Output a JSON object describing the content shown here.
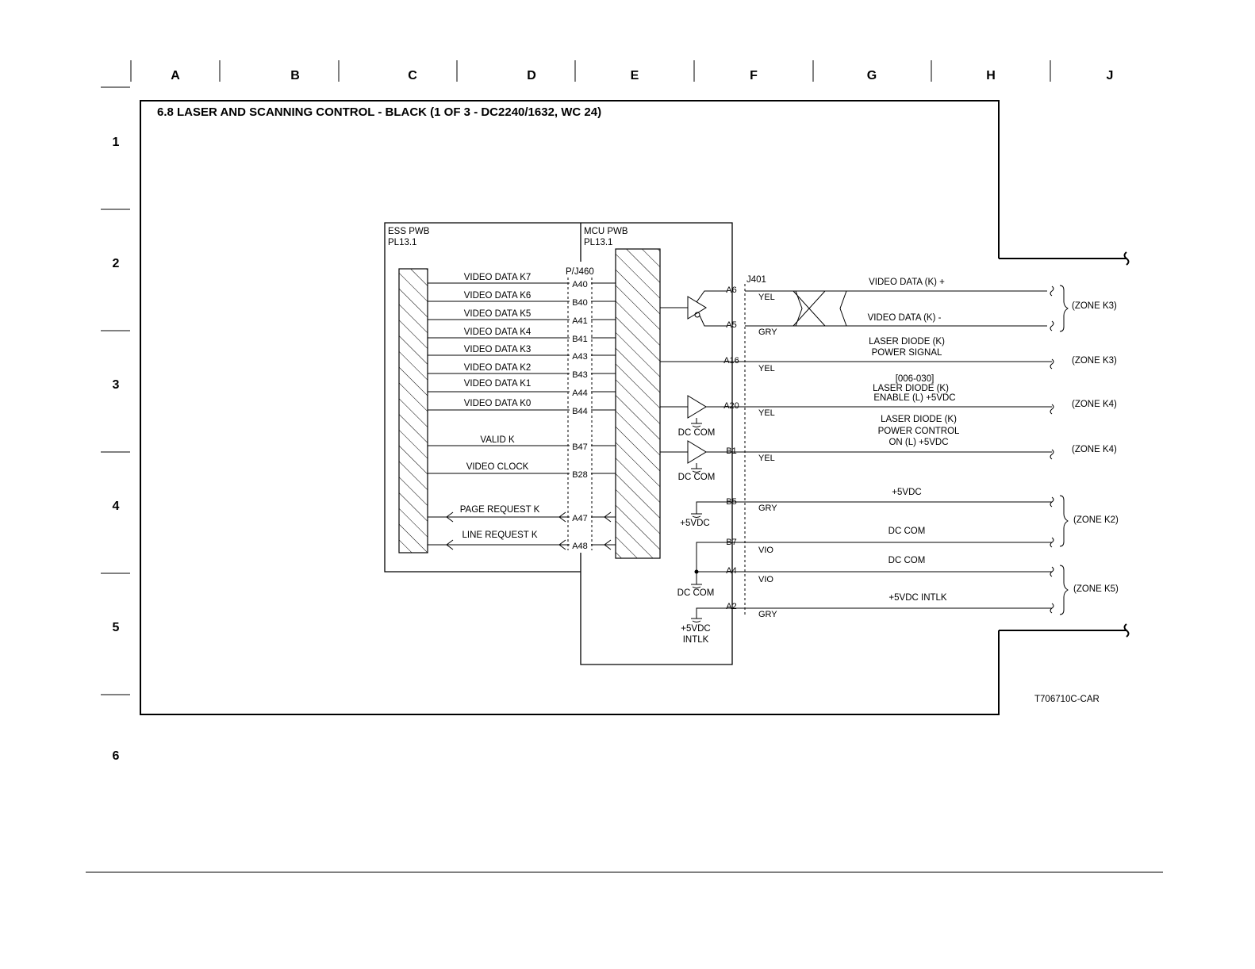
{
  "grid": {
    "columns": [
      "A",
      "B",
      "C",
      "D",
      "E",
      "F",
      "G",
      "H",
      "J"
    ],
    "rows": [
      "1",
      "2",
      "3",
      "4",
      "5",
      "6"
    ]
  },
  "title": "6.8 LASER AND SCANNING CONTROL - BLACK (1 OF 3 - DC2240/1632, WC 24)",
  "ess_pwb": {
    "name": "ESS PWB",
    "ref": "PL13.1"
  },
  "mcu_pwb": {
    "name": "MCU PWB",
    "ref": "PL13.1"
  },
  "connector_left": "P/J460",
  "connector_right": "J401",
  "left_signals": [
    {
      "label": "VIDEO DATA K7",
      "pin": "A40"
    },
    {
      "label": "VIDEO DATA K6",
      "pin": "B40"
    },
    {
      "label": "VIDEO DATA K5",
      "pin": "A41"
    },
    {
      "label": "VIDEO DATA K4",
      "pin": "B41"
    },
    {
      "label": "VIDEO DATA K3",
      "pin": "A43"
    },
    {
      "label": "VIDEO DATA K2",
      "pin": "B43"
    },
    {
      "label": "VIDEO DATA K1",
      "pin": "A44"
    },
    {
      "label": "VIDEO DATA K0",
      "pin": "B44"
    },
    {
      "label": "VALID K",
      "pin": "B47"
    },
    {
      "label": "VIDEO CLOCK",
      "pin": "B28"
    },
    {
      "label": "PAGE REQUEST K",
      "pin": "A47"
    },
    {
      "label": "LINE REQUEST K",
      "pin": "A48"
    }
  ],
  "right_pins": [
    "A6",
    "A5",
    "A16",
    "A20",
    "B1",
    "B5",
    "B7",
    "A4",
    "A2"
  ],
  "wire_colors": [
    "YEL",
    "GRY",
    "YEL",
    "YEL",
    "YEL",
    "GRY",
    "VIO",
    "VIO",
    "GRY"
  ],
  "right_signals": {
    "video_plus": "VIDEO DATA (K) +",
    "video_minus": "VIDEO DATA (K) -",
    "power_signal_1": "LASER DIODE (K)",
    "power_signal_2": "POWER SIGNAL",
    "enable_code": "[006-030]",
    "enable_1": "LASER DIODE (K)",
    "enable_2": "ENABLE (L) +5VDC",
    "control_1": "LASER DIODE (K)",
    "control_2": "POWER CONTROL",
    "control_3": "ON (L) +5VDC",
    "v5": "+5VDC",
    "dccom_b7": "DC COM",
    "dccom_a4": "DC COM",
    "v5_intlk": "+5VDC INTLK"
  },
  "zones": [
    "(ZONE K3)",
    "(ZONE K3)",
    "(ZONE K4)",
    "(ZONE K4)",
    "(ZONE K2)",
    "(ZONE K5)"
  ],
  "grounds": {
    "dc_com_1": "DC COM",
    "dc_com_2": "DC COM",
    "v5": "+5VDC",
    "dc_com_3": "DC COM",
    "v5_intlk_1": "+5VDC",
    "v5_intlk_2": "INTLK"
  },
  "figure_id": "T706710C-CAR"
}
